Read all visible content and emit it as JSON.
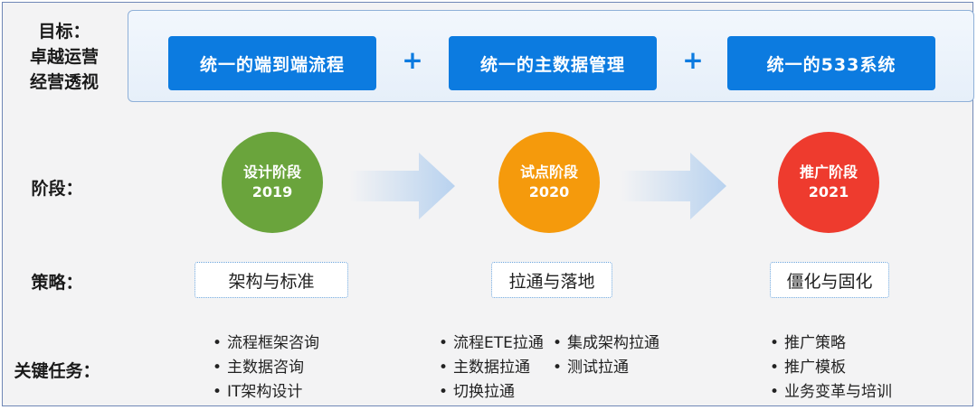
{
  "goal": {
    "label_lines": [
      "目标：",
      "卓越运营",
      "经营透视"
    ],
    "items": [
      "统一的端到端流程",
      "统一的主数据管理",
      "统一的533系统"
    ],
    "separator": "+"
  },
  "labels": {
    "stage": "阶段：",
    "strategy": "策略：",
    "tasks": "关键任务："
  },
  "stages": [
    {
      "name": "设计阶段",
      "year": "2019",
      "color": "#6aa43c"
    },
    {
      "name": "试点阶段",
      "year": "2020",
      "color": "#f59a0c"
    },
    {
      "name": "推广阶段",
      "year": "2021",
      "color": "#ee3b2e"
    }
  ],
  "strategies": [
    "架构与标准",
    "拉通与落地",
    "僵化与固化"
  ],
  "tasks": {
    "design": [
      "流程框架咨询",
      "主数据咨询",
      "IT架构设计"
    ],
    "pilot_col1": [
      "流程ETE拉通",
      "主数据拉通",
      "切换拉通"
    ],
    "pilot_col2": [
      "集成架构拉通",
      "测试拉通"
    ],
    "rollout": [
      "推广策略",
      "推广模板",
      "业务变革与培训"
    ]
  },
  "colors": {
    "accent": "#0c7be0",
    "arrow": "#b8d2ef"
  }
}
